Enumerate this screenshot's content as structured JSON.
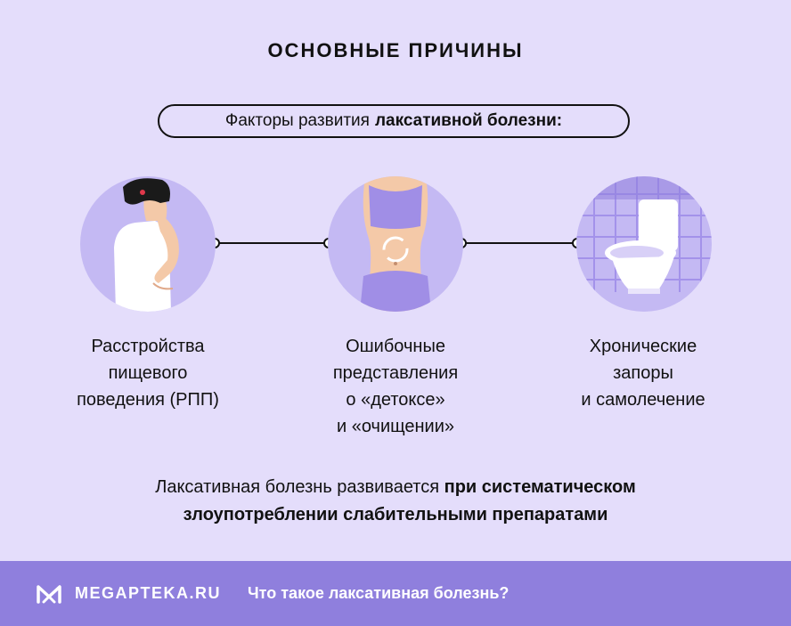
{
  "title": "ОСНОВНЫЕ ПРИЧИНЫ",
  "subtitle": {
    "regular": "Факторы развития",
    "bold": "лаксативной болезни:"
  },
  "causes": [
    {
      "label": "Расстройства\nпищевого\nповедения (РПП)",
      "icon": "woman-illustration"
    },
    {
      "label": "Ошибочные\nпредставления\nо «детоксе»\nи «очищении»",
      "icon": "abdomen-illustration"
    },
    {
      "label": "Хронические\nзапоры\nи самолечение",
      "icon": "toilet-illustration"
    }
  ],
  "summary": {
    "regular": "Лаксативная болезнь развивается",
    "bold_line1": "при систематическом",
    "bold_line2": "злоупотреблении слабительными препаратами"
  },
  "footer": {
    "brand": "MEGAPTEKA.RU",
    "caption": "Что такое лаксативная болезнь?"
  },
  "colors": {
    "background": "#e4ddfb",
    "circle": "#c4b9f3",
    "footer": "#8f7fdd",
    "accent": "#9a86e6"
  }
}
